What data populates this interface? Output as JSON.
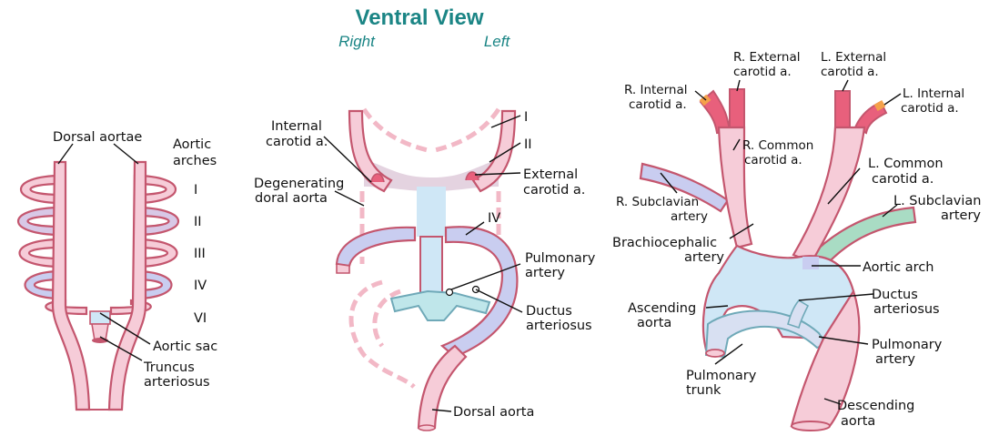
{
  "header": {
    "title": "Ventral View",
    "right": "Right",
    "left": "Left"
  },
  "colors": {
    "outline": "#c4566e",
    "pink": "#f6ccd8",
    "lightpink": "#fbe2e8",
    "blue": "#cfe7f6",
    "lavender": "#b9bfe8",
    "teal": "#bfe6ea",
    "green": "#a9dcc4",
    "red": "#e8607c",
    "orange": "#f4a14a",
    "dashed": "#f2b8c6"
  },
  "panel1": {
    "dorsal_aortae": "Dorsal aortae",
    "aortic_arches": [
      "Aortic",
      "arches"
    ],
    "arch_labels": [
      "I",
      "II",
      "III",
      "IV",
      "VI"
    ],
    "aortic_sac": "Aortic sac",
    "truncus": [
      "Truncus",
      "arteriosus"
    ]
  },
  "panel2": {
    "internal_carotid": [
      "Internal",
      "carotid a."
    ],
    "degenerating": [
      "Degenerating",
      "doral aorta"
    ],
    "i": "I",
    "ii": "II",
    "iv": "IV",
    "external_carotid": [
      "External",
      "carotid a."
    ],
    "pulmonary_artery": [
      "Pulmonary",
      "artery"
    ],
    "ductus": [
      "Ductus",
      "arteriosus"
    ],
    "dorsal_aorta": "Dorsal aorta"
  },
  "panel3": {
    "r_external": [
      "R. External",
      "carotid a."
    ],
    "l_external": [
      "L. External",
      "carotid a."
    ],
    "r_internal": [
      "R. Internal",
      "carotid a."
    ],
    "l_internal": [
      "L. Internal",
      "carotid a."
    ],
    "r_common": [
      "R. Common",
      "carotid a."
    ],
    "l_common": [
      "L. Common",
      "carotid a."
    ],
    "r_subclavian": [
      "R. Subclavian",
      "artery"
    ],
    "l_subclavian": [
      "L. Subclavian",
      "artery"
    ],
    "brachiocephalic": [
      "Brachiocephalic",
      "artery"
    ],
    "aortic_arch": "Aortic arch",
    "ascending": [
      "Ascending",
      "aorta"
    ],
    "ductus": [
      "Ductus",
      "arteriosus"
    ],
    "pulmonary_artery": [
      "Pulmonary",
      "artery"
    ],
    "pulmonary_trunk": [
      "Pulmonary",
      "trunk"
    ],
    "descending": [
      "Descending",
      "aorta"
    ]
  }
}
